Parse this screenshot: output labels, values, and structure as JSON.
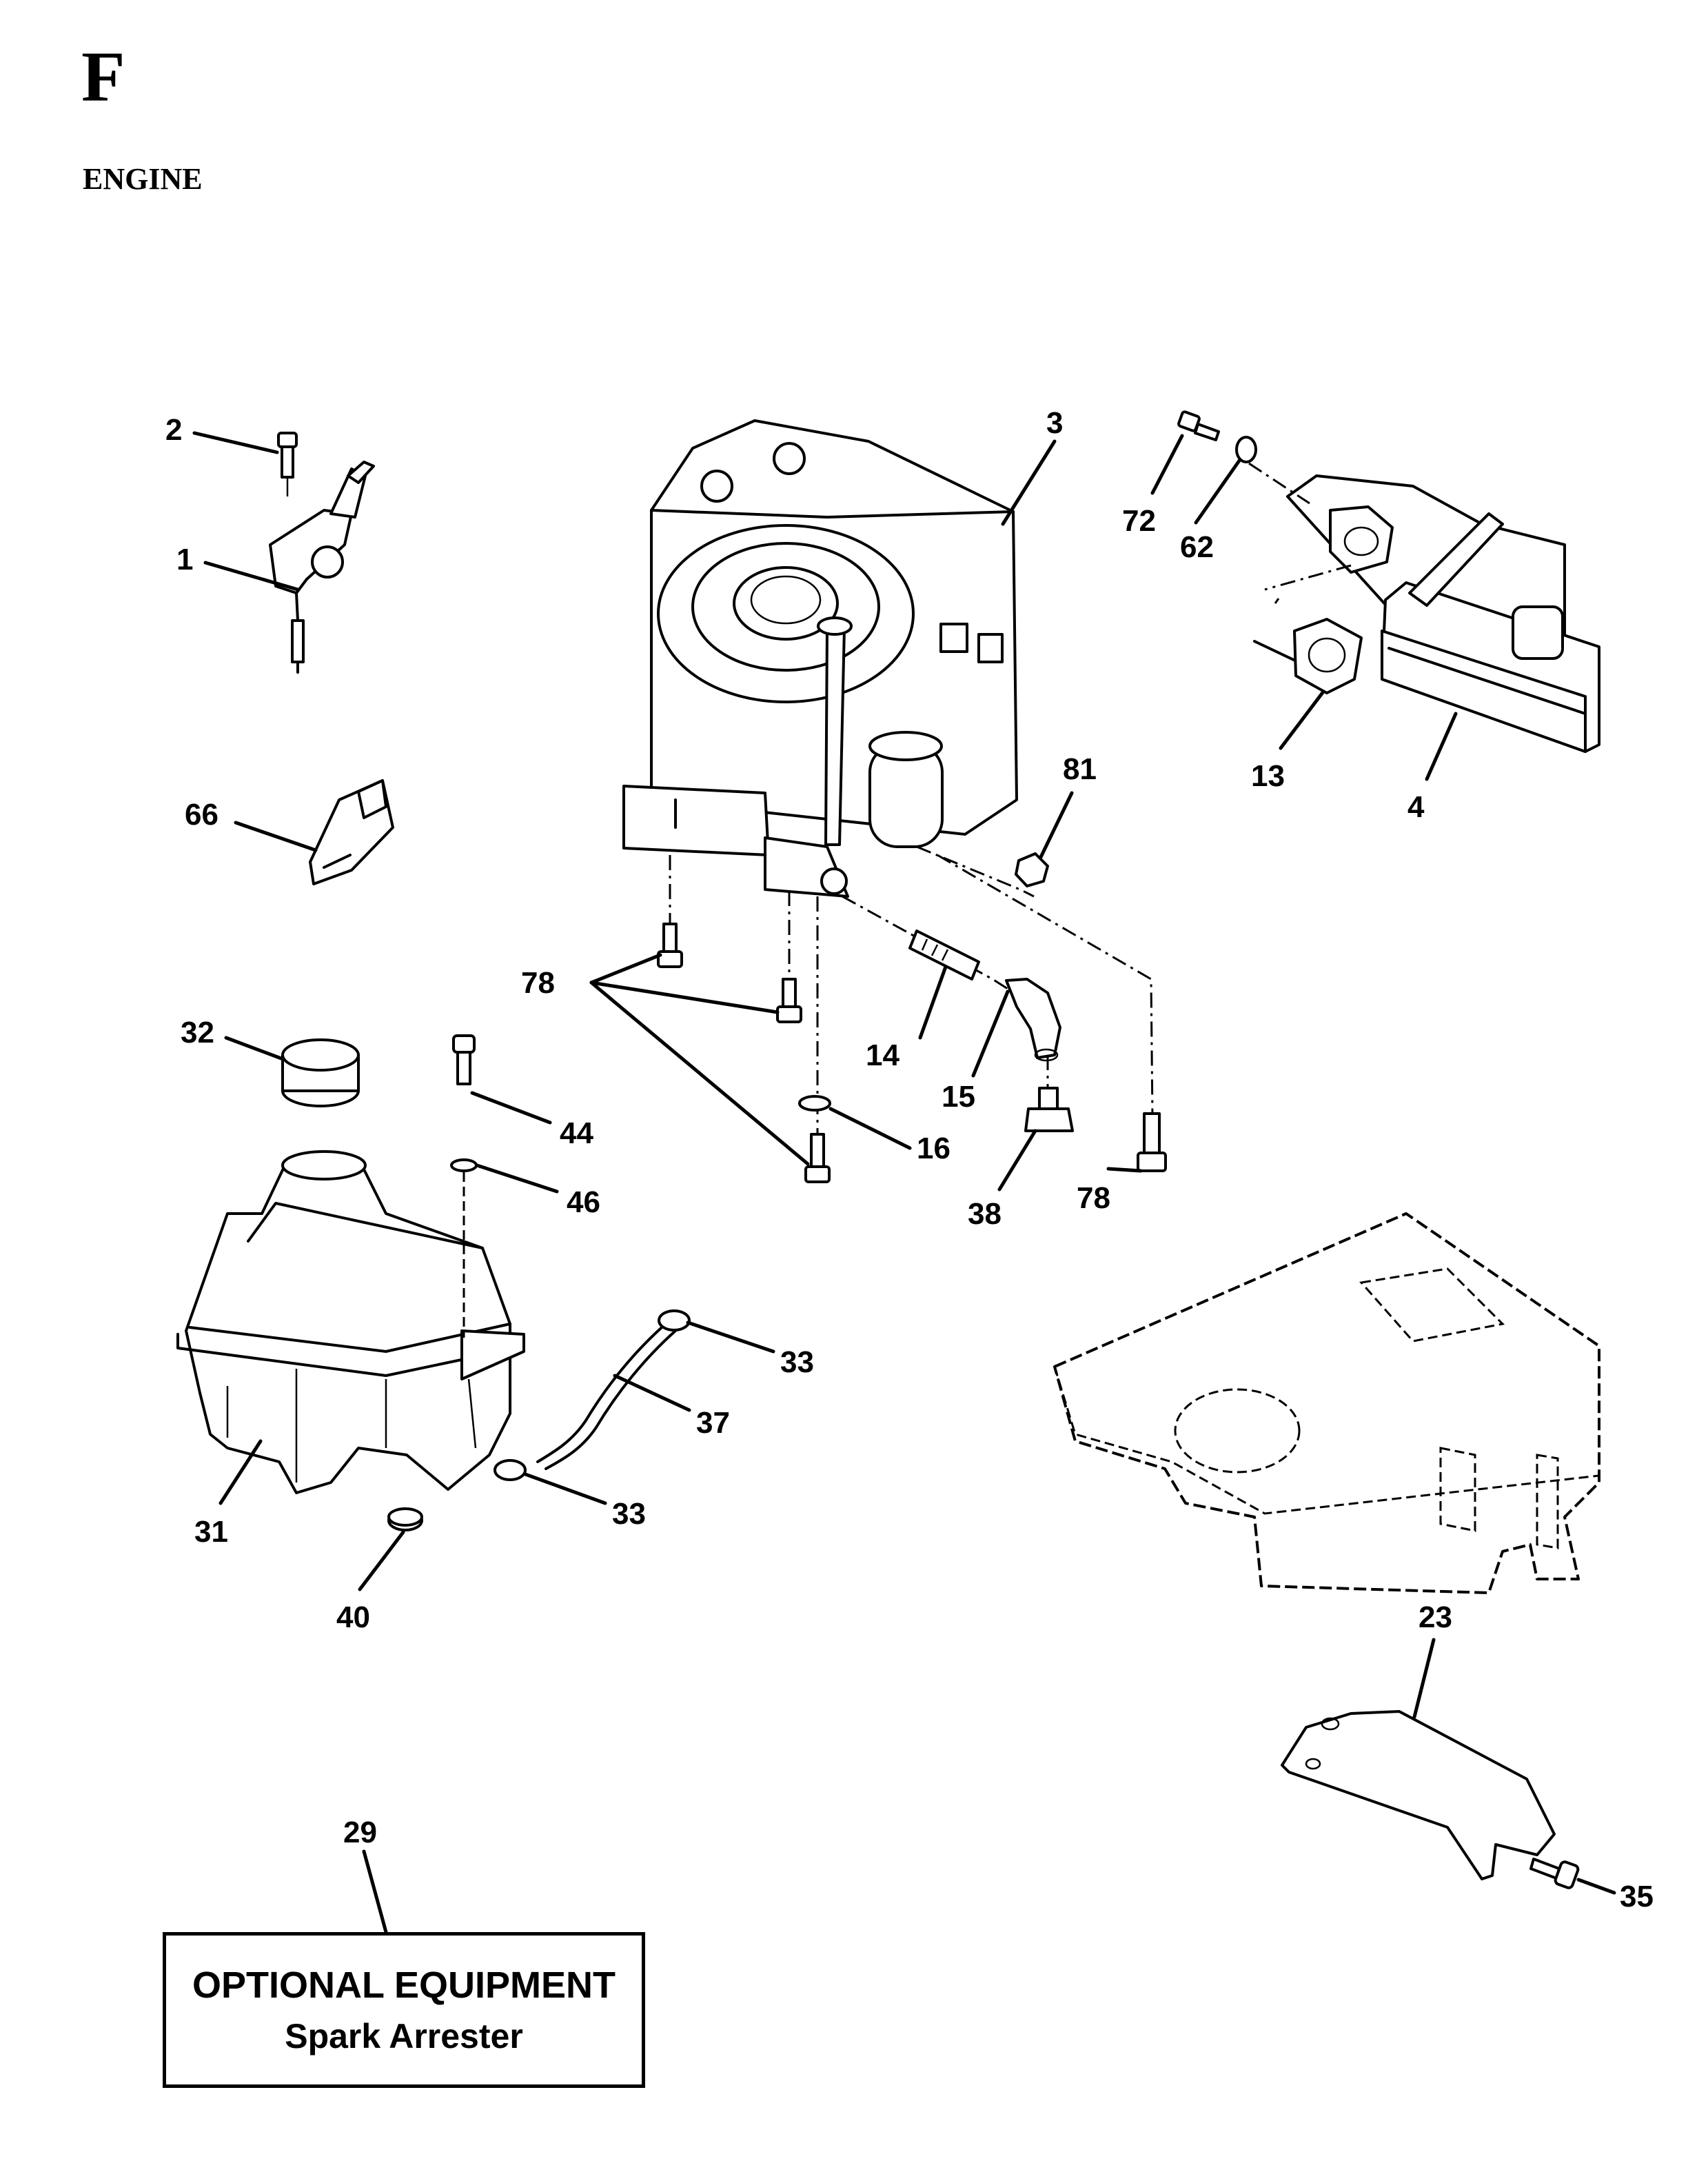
{
  "page": {
    "section_letter": "F",
    "section_title": "ENGINE"
  },
  "callouts": {
    "c1": "1",
    "c2": "2",
    "c3": "3",
    "c4": "4",
    "c13": "13",
    "c14": "14",
    "c15": "15",
    "c16": "16",
    "c23": "23",
    "c29": "29",
    "c31": "31",
    "c32": "32",
    "c33a": "33",
    "c33b": "33",
    "c35": "35",
    "c37": "37",
    "c38": "38",
    "c40": "40",
    "c44": "44",
    "c46": "46",
    "c62": "62",
    "c66": "66",
    "c72": "72",
    "c78a": "78",
    "c78b": "78",
    "c81": "81"
  },
  "optional_equipment": {
    "title": "OPTIONAL EQUIPMENT",
    "subtitle": "Spark Arrester"
  }
}
